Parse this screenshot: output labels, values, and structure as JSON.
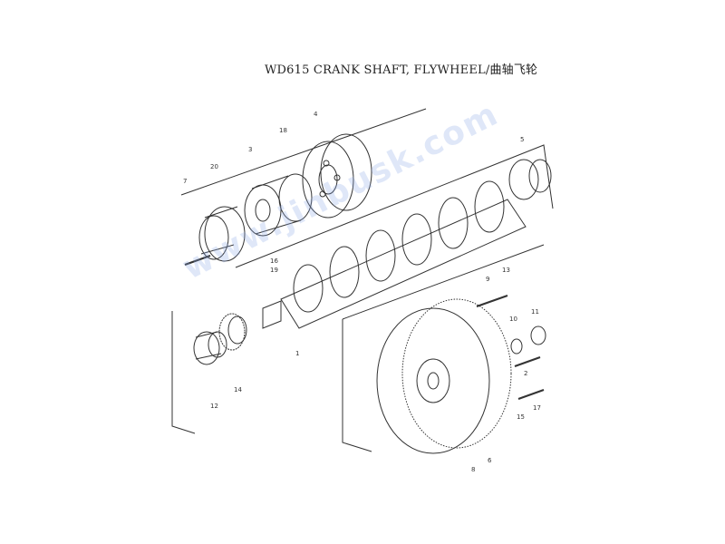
{
  "title": "WD615 CRANK SHAFT, FLYWHEEL/曲轴飞轮",
  "watermark": "www.jinbusk.com",
  "callouts": {
    "c1": "1",
    "c2": "2",
    "c3": "3",
    "c4": "4",
    "c5": "5",
    "c6": "6",
    "c7": "7",
    "c8": "8",
    "c9": "9",
    "c10": "10",
    "c11": "11",
    "c12": "12",
    "c13": "13",
    "c14": "14",
    "c15": "15",
    "c16": "16",
    "c17": "17",
    "c18": "18",
    "c19": "19",
    "c20": "20"
  }
}
